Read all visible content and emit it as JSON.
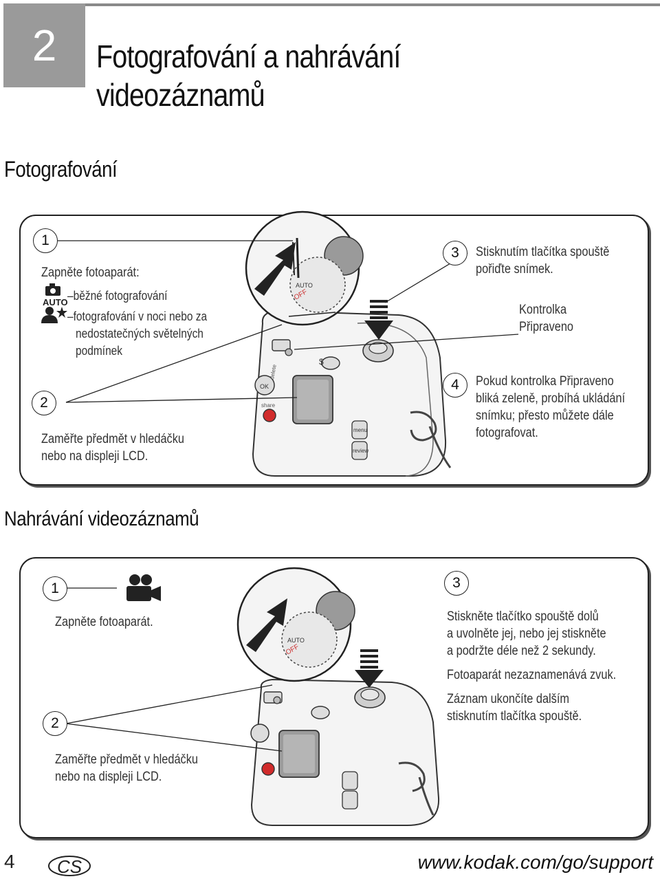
{
  "chapter": {
    "number": "2",
    "title_line1": "Fotografování a nahrávání",
    "title_line2": "videozáznamů"
  },
  "section_photo": {
    "heading": "Fotografování",
    "step1": {
      "num": "1",
      "intro": "Zapněte fotoaparát:",
      "mode_auto_label": "AUTO",
      "mode_auto_desc": "–běžné fotografování",
      "mode_night_desc1": "–fotografování v noci nebo za",
      "mode_night_desc2": "nedostatečných světelných",
      "mode_night_desc3": "podmínek"
    },
    "step2": {
      "num": "2",
      "text1": "Zaměřte předmět v hledáčku",
      "text2": "nebo na displeji LCD."
    },
    "step3": {
      "num": "3",
      "text1": "Stisknutím tlačítka spouště",
      "text2": "pořiďte snímek.",
      "callout1": "Kontrolka",
      "callout2": "Připraveno"
    },
    "step4": {
      "num": "4",
      "text1": "Pokud kontrolka Připraveno",
      "text2": "bliká zeleně, probíhá ukládání",
      "text3": "snímku; přesto můžete dále",
      "text4": "fotografovat."
    }
  },
  "section_video": {
    "heading": "Nahrávání videozáznamů",
    "step1": {
      "num": "1",
      "text": "Zapněte fotoaparát."
    },
    "step2": {
      "num": "2",
      "text1": "Zaměřte předmět v hledáčku",
      "text2": "nebo na displeji LCD."
    },
    "step3": {
      "num": "3",
      "text1": "Stiskněte tlačítko spouště dolů",
      "text2": "a uvolněte jej, nebo jej stiskněte",
      "text3": "a podržte déle než 2 sekundy.",
      "text4": "Fotoaparát nezaznamenává zvuk.",
      "text5": "Záznam ukončíte dalším",
      "text6": "stisknutím tlačítka spouště."
    }
  },
  "camera_labels": {
    "dial_auto": "AUTO",
    "dial_off": "OFF",
    "btn_delete": "delete",
    "btn_share": "share",
    "btn_menu": "menu",
    "btn_review": "review",
    "btn_ok": "OK",
    "btn_flash": "$"
  },
  "footer": {
    "page_number": "4",
    "lang_code": "CS",
    "url": "www.kodak.com/go/support"
  },
  "colors": {
    "chapter_box": "#9a9a9a",
    "share_button": "#d12b2b",
    "border": "#222222"
  }
}
